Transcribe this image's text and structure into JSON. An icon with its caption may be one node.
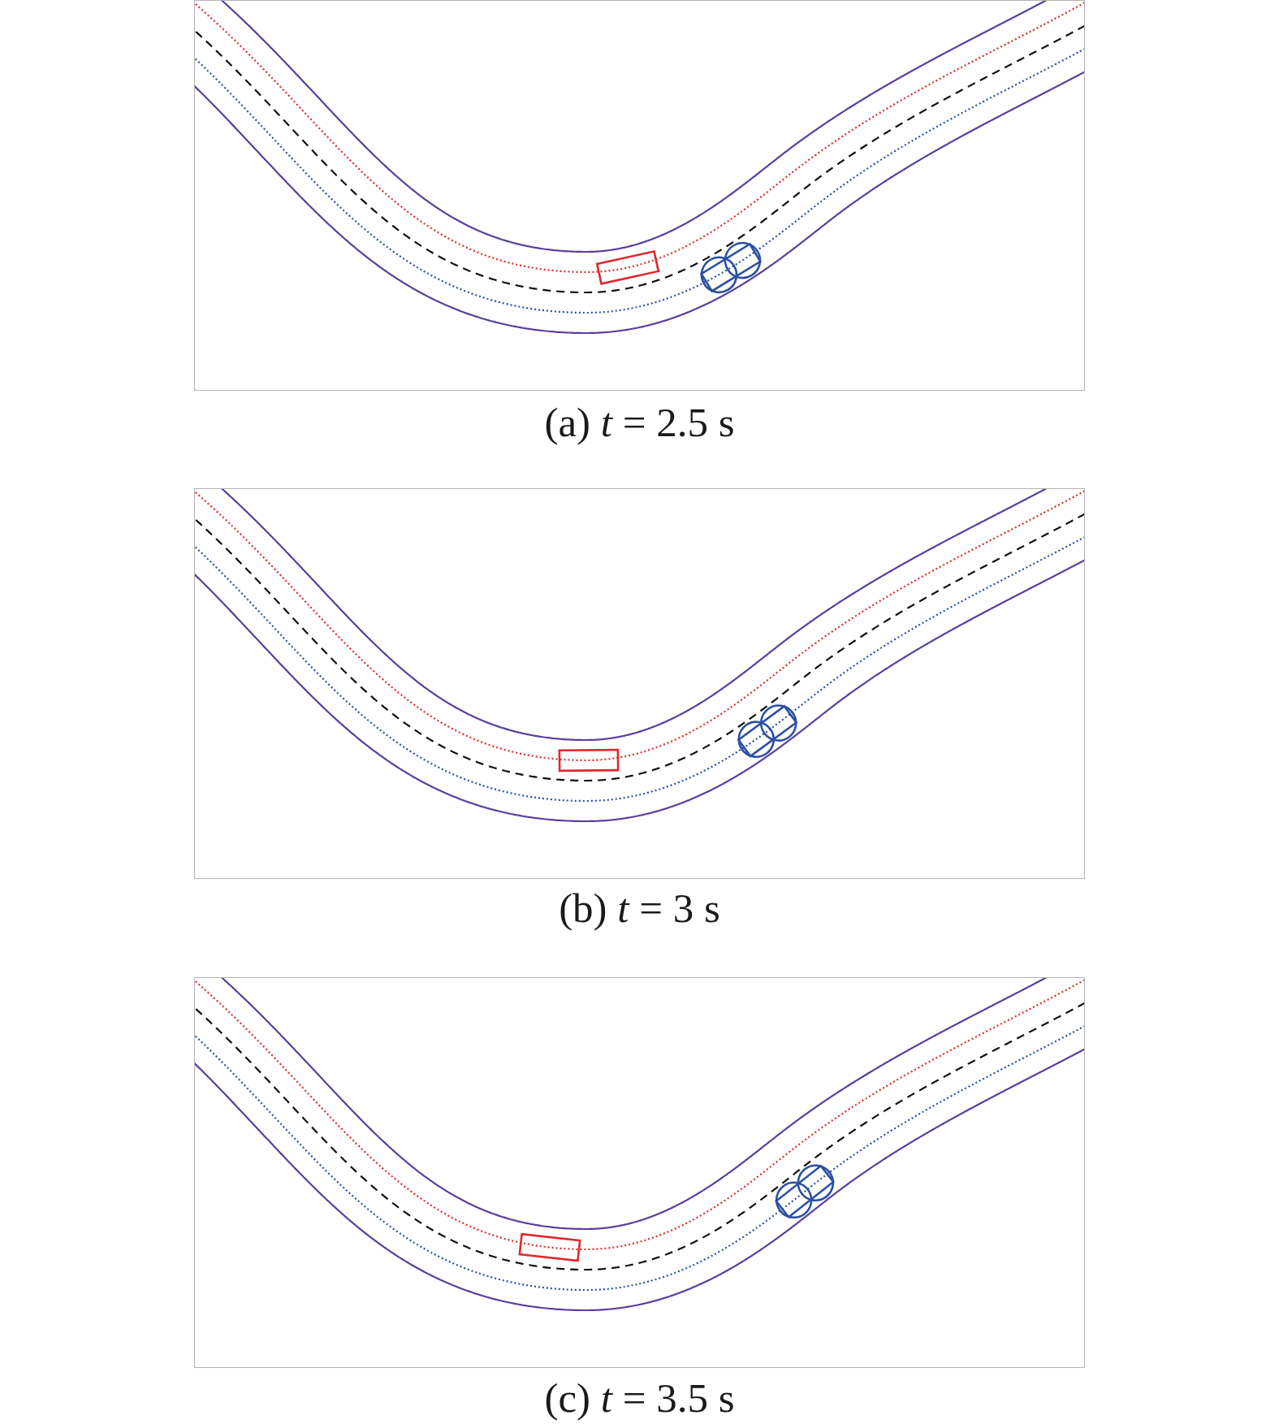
{
  "diagram": {
    "labels": [
      "(a) *t* = 2.5 s",
      "(b) *t* = 3 s",
      "(c) *t* = 3.5 s"
    ]
  }
}
